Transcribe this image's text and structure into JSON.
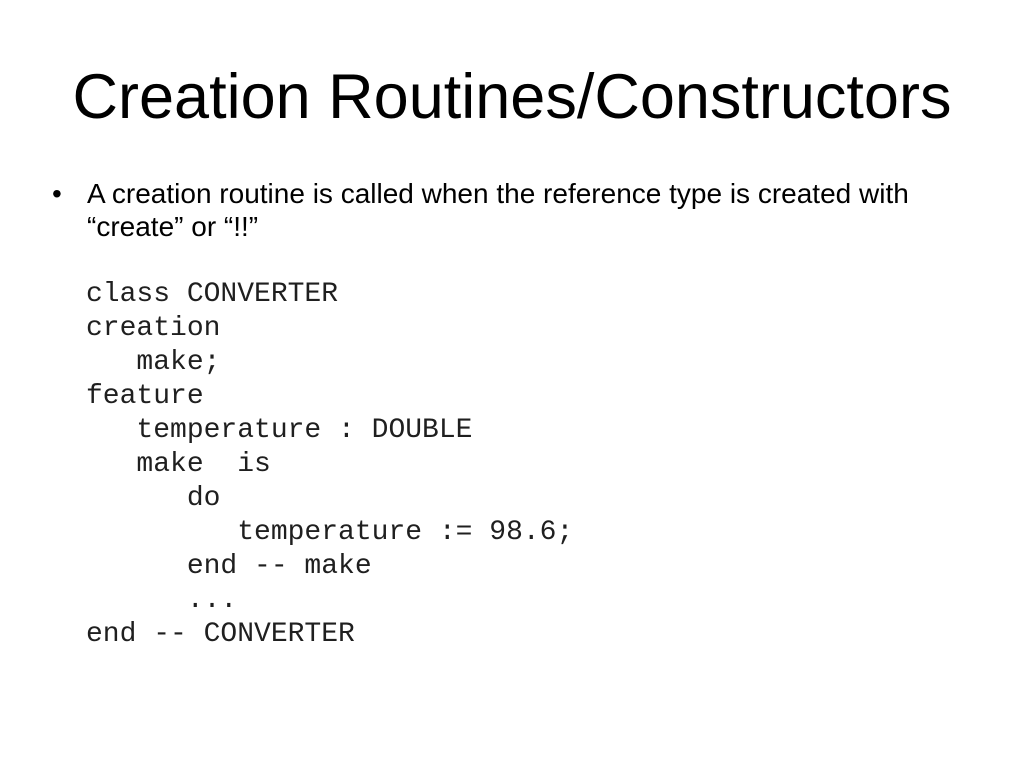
{
  "slide": {
    "title": "Creation Routines/Constructors",
    "bullet": {
      "marker": "•",
      "line1": "A creation routine is called when the reference type is created with",
      "line2": "“create” or “!!”"
    },
    "code": {
      "lines": [
        "class CONVERTER",
        "creation",
        "   make;",
        "feature",
        "   temperature : DOUBLE",
        "   make  is",
        "      do",
        "         temperature := 98.6;",
        "      end -- make",
        "      ...",
        "end -- CONVERTER"
      ]
    },
    "colors": {
      "background": "#ffffff",
      "text": "#000000"
    }
  }
}
